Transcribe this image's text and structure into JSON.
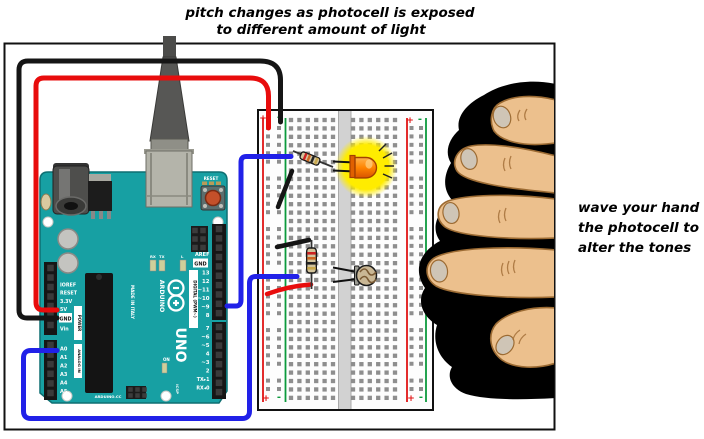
{
  "annotations": {
    "top_line1": "pitch changes as photocell is exposed",
    "top_line2": "to different amount of light",
    "right_line1": "wave your hand over",
    "right_line2": "the photocell to",
    "right_line3": "alter the tones"
  },
  "arduino": {
    "brand": "ARDUINO",
    "model": "UNO",
    "made_in": "MADE IN ITALY",
    "website": "ARDUINO.CC",
    "reset_label": "RESET",
    "on_label": "ON",
    "icsp_label": "ICSP",
    "led_rx": "RX",
    "led_tx": "TX",
    "led_l": "L",
    "digital_label": "DIGITAL (PWM~)",
    "digital_top_pins": [
      "AREF",
      "GND",
      "13",
      "12",
      "~11",
      "~10",
      "~9",
      "8"
    ],
    "digital_bottom_pins": [
      "7",
      "~6",
      "~5",
      "4",
      "~3",
      "2",
      "TX▸1",
      "RX◂0"
    ],
    "power_label": "POWER",
    "power_pins": [
      "IOREF",
      "RESET",
      "3.3V",
      "5V",
      "GND",
      "Vin"
    ],
    "analog_label": "ANALOG IN",
    "analog_pins": [
      "A0",
      "A1",
      "A2",
      "A3",
      "A4",
      "A5"
    ]
  },
  "breadboard": {
    "rail_plus": "+",
    "rail_minus": "-"
  },
  "colors": {
    "board": "#17a0a3",
    "board_edge": "#0e6f72",
    "wire_red": "#e80c0c",
    "wire_black": "#151515",
    "wire_blue": "#2121e8",
    "glow": "#ffec00",
    "led_body": "#ff8a00",
    "rail_red": "#e01414",
    "rail_green": "#0c9a3c",
    "hole_gray": "#8e8e8e",
    "hand_skin": "#ecc08d",
    "hand_outline": "#9c6b33",
    "nail": "#cfc5b6",
    "resistor_body": "#d3c49c",
    "photocell_body": "#c9b795"
  }
}
